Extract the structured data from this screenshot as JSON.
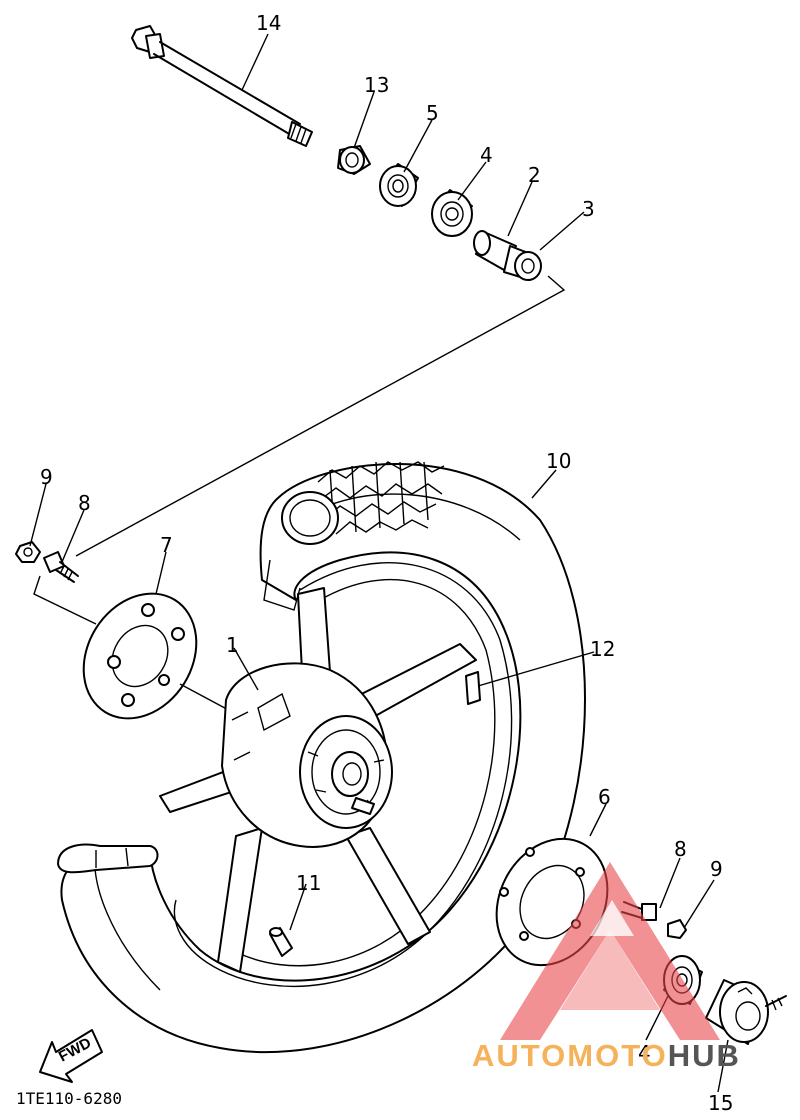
{
  "diagram": {
    "code": "1TE110-6280",
    "fwd_label": "FWD",
    "callouts": [
      {
        "id": "14",
        "text": "14"
      },
      {
        "id": "13",
        "text": "13"
      },
      {
        "id": "5",
        "text": "5"
      },
      {
        "id": "4a",
        "text": "4"
      },
      {
        "id": "2",
        "text": "2"
      },
      {
        "id": "3",
        "text": "3"
      },
      {
        "id": "10",
        "text": "10"
      },
      {
        "id": "9a",
        "text": "9"
      },
      {
        "id": "8a",
        "text": "8"
      },
      {
        "id": "7",
        "text": "7"
      },
      {
        "id": "1",
        "text": "1"
      },
      {
        "id": "12",
        "text": "12"
      },
      {
        "id": "6",
        "text": "6"
      },
      {
        "id": "8b",
        "text": "8"
      },
      {
        "id": "9b",
        "text": "9"
      },
      {
        "id": "11",
        "text": "11"
      },
      {
        "id": "4b",
        "text": "4"
      },
      {
        "id": "15",
        "text": "15"
      }
    ]
  },
  "watermark": {
    "part1": "AUTOMOTO",
    "part2": "HUB",
    "color_accent": "#f5b25a",
    "color_dark": "#555555",
    "triangle_color": "#e8474b"
  }
}
